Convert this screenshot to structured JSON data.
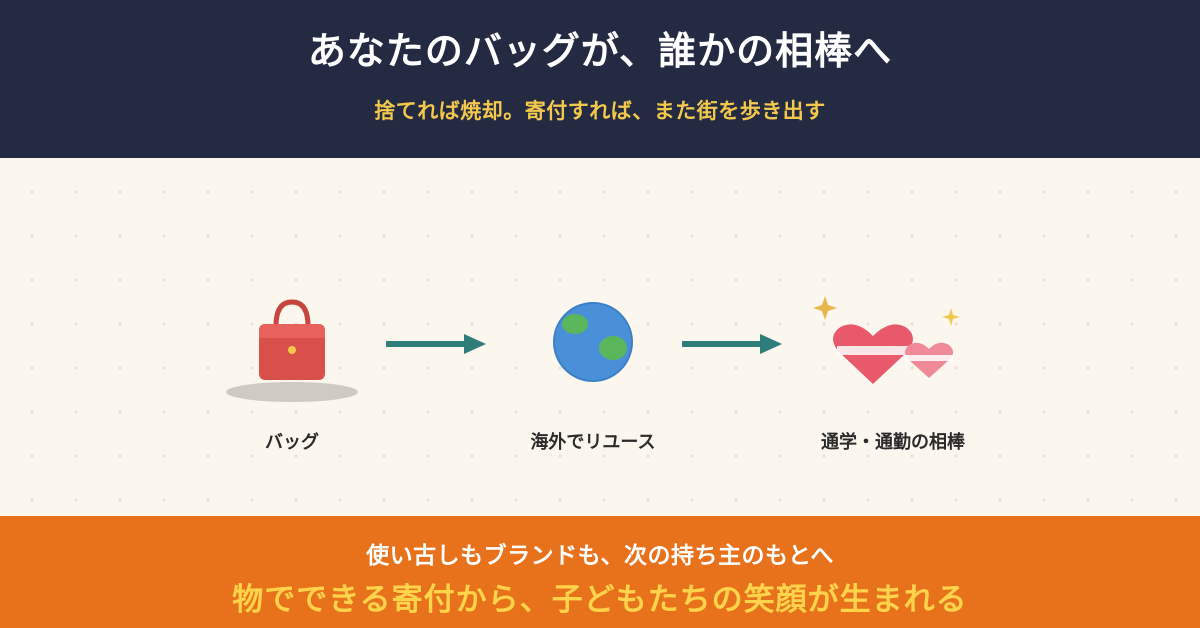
{
  "header": {
    "title": "あなたのバッグが、誰かの相棒へ",
    "subtitle": "捨てれば焼却。寄付すれば、また街を歩き出す"
  },
  "flow": {
    "steps": [
      {
        "label": "バッグ",
        "icon": "bag-icon"
      },
      {
        "label": "海外でリユース",
        "icon": "globe-icon"
      },
      {
        "label": "通学・通勤の相棒",
        "icon": "hearts-icon"
      }
    ],
    "arrow_icon": "arrow-right-icon"
  },
  "footer": {
    "line1": "使い古しもブランドも、次の持ち主のもとへ",
    "line2": "物でできる寄付から、子どもたちの笑顔が生まれる"
  },
  "colors": {
    "header_bg": "#242a41",
    "subtitle": "#f2c94c",
    "body_bg": "#fbf6ee",
    "footer_bg": "#e8721c",
    "footer_highlight": "#ffd34a",
    "arrow": "#2e7d7a",
    "bag": "#d94f4a",
    "globe_ocean": "#4a90d9",
    "globe_land": "#5bb55a",
    "heart": "#e8596b"
  }
}
